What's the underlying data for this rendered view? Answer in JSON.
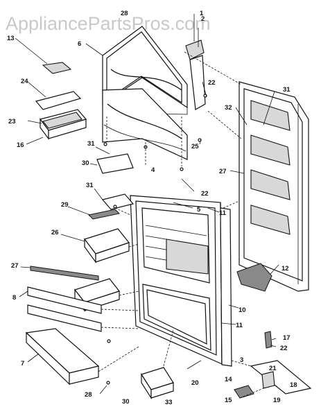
{
  "watermark": "AppliancePartsPros.com",
  "callouts": [
    "1",
    "2",
    "3",
    "4",
    "5",
    "6",
    "7",
    "8",
    "10",
    "11",
    "11",
    "12",
    "13",
    "14",
    "15",
    "16",
    "17",
    "18",
    "19",
    "20",
    "21",
    "22",
    "22",
    "22",
    "23",
    "24",
    "25",
    "26",
    "27",
    "27",
    "28",
    "28",
    "29",
    "30",
    "30",
    "31",
    "31",
    "31",
    "32",
    "33"
  ]
}
